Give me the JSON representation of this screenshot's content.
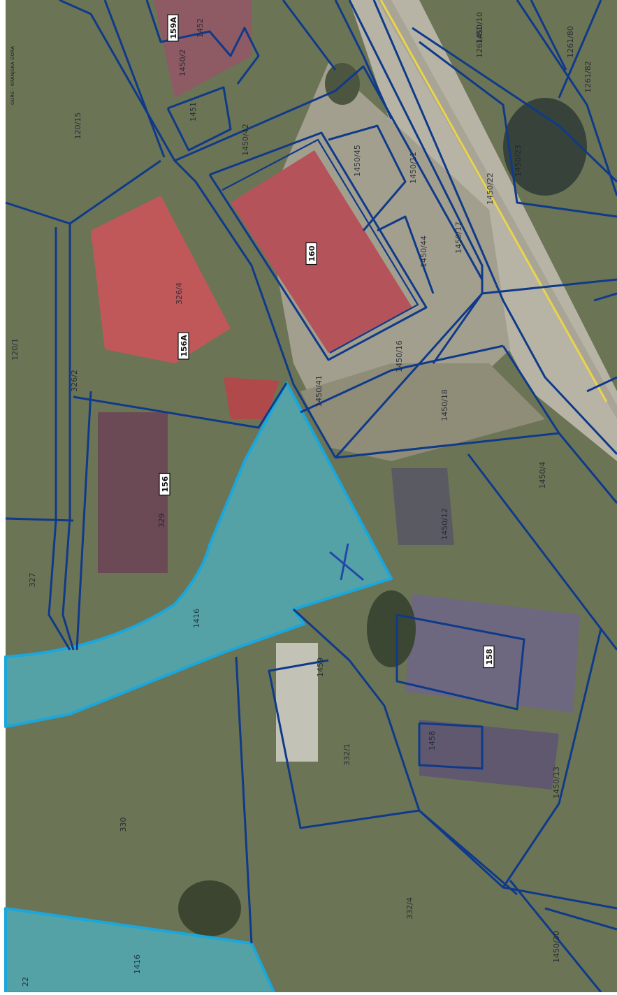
{
  "credit": "GURS - KRANJSKA GORA",
  "colors": {
    "parcel_line": "#0f3a8a",
    "highlight_fill": "#43c9e9",
    "highlight_stroke": "#1aa7dc",
    "road_center": "#e9d44a",
    "roof_red": "#b5535a",
    "roof_grey": "#6e6780"
  },
  "parcels": [
    "1450/10",
    "1261/81",
    "1261/80",
    "1261/82",
    "1452",
    "1450/2",
    "1451",
    "120/15",
    "1450/42",
    "1450/11",
    "1450/45",
    "1450/23",
    "1450/22",
    "1450/17",
    "1450/44",
    "326/4",
    "1450/16",
    "120/1",
    "326/2",
    "1450/41",
    "1450/18",
    "1450/4",
    "329",
    "1450/12",
    "327",
    "1416",
    "1450/13",
    "332/1",
    "1459",
    "1458",
    "330",
    "332/4",
    "1450/30",
    "1416",
    "22"
  ],
  "house_numbers": [
    "159A",
    "160",
    "156A",
    "156",
    "158"
  ],
  "mark": "X"
}
